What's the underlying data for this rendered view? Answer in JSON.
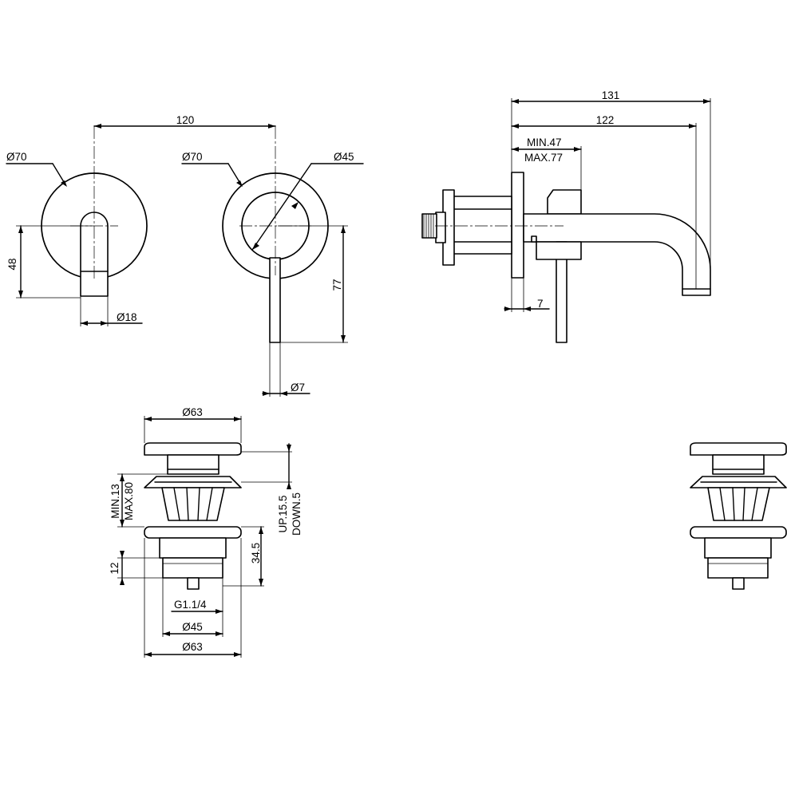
{
  "colors": {
    "background": "#ffffff",
    "ink": "#000000"
  },
  "dimensions": {
    "front_view": {
      "center_distance": "120",
      "left_plate_diameter": "Ø70",
      "right_plate_diameter": "Ø70",
      "right_inner_diameter": "Ø45",
      "spout_height": "48",
      "spout_diameter": "Ø18",
      "lever_height": "77",
      "lever_diameter": "Ø7"
    },
    "side_view": {
      "total_projection": "131",
      "spout_projection": "122",
      "install_depth_min": "MIN.47",
      "install_depth_max": "MAX.77",
      "plate_thickness": "7"
    },
    "waste_view": {
      "cap_diameter": "Ø63",
      "travel_min": "MIN.13",
      "travel_max": "MAX.80",
      "stroke_up": "UP.15.5",
      "stroke_down": "DOWN.5",
      "body_height": "34.5",
      "thread_height": "12",
      "thread": "G1.1/4",
      "body_diameter": "Ø45",
      "flange_diameter": "Ø63"
    }
  }
}
